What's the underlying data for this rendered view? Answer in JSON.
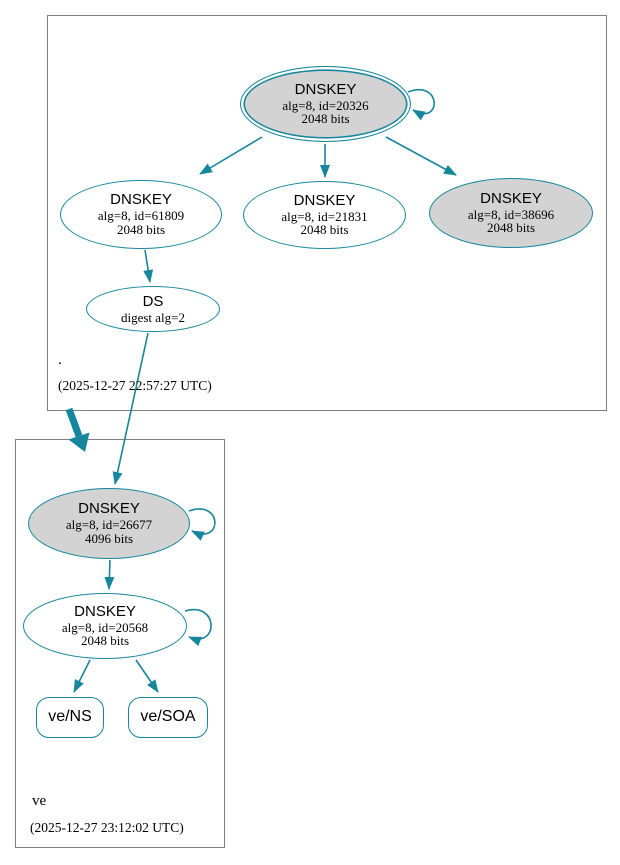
{
  "colors": {
    "edge": "#15869c",
    "gray_fill": "#d3d3d3",
    "box_border": "#7f7f7f",
    "text": "#000000"
  },
  "zones": {
    "root": {
      "label": ".",
      "timestamp": "(2025-12-27 22:57:27 UTC)",
      "nodes": {
        "ksk": {
          "title": "DNSKEY",
          "alg": "alg=8, id=20326",
          "bits": "2048 bits"
        },
        "zsk_left": {
          "title": "DNSKEY",
          "alg": "alg=8, id=61809",
          "bits": "2048 bits"
        },
        "zsk_mid": {
          "title": "DNSKEY",
          "alg": "alg=8, id=21831",
          "bits": "2048 bits"
        },
        "ksk_right": {
          "title": "DNSKEY",
          "alg": "alg=8, id=38696",
          "bits": "2048 bits"
        },
        "ds": {
          "title": "DS",
          "digest": "digest alg=2"
        }
      }
    },
    "ve": {
      "label": "ve",
      "timestamp": "(2025-12-27 23:12:02 UTC)",
      "nodes": {
        "ksk": {
          "title": "DNSKEY",
          "alg": "alg=8, id=26677",
          "bits": "4096 bits"
        },
        "zsk": {
          "title": "DNSKEY",
          "alg": "alg=8, id=20568",
          "bits": "2048 bits"
        },
        "rrset_ns": {
          "label": "ve/NS"
        },
        "rrset_soa": {
          "label": "ve/SOA"
        }
      }
    }
  }
}
